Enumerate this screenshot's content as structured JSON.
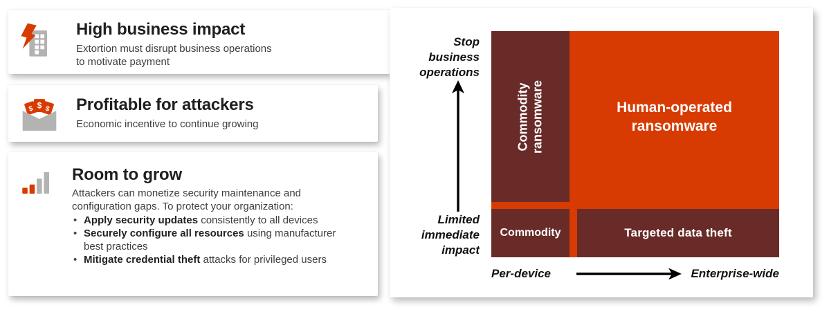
{
  "cards": {
    "card1": {
      "title": "High business impact",
      "line1": "Extortion must disrupt business operations",
      "line2": "to motivate payment",
      "icon": "lightning-building-icon"
    },
    "card2": {
      "title": "Profitable for attackers",
      "line1": "Economic incentive to continue growing",
      "icon": "money-tags-envelope-icon"
    },
    "card3": {
      "title": "Room to grow",
      "line1": "Attackers can monetize security maintenance and",
      "line2": "configuration gaps. To protect your organization:",
      "b1_bold": "Apply security updates",
      "b1_rest": " consistently to all devices",
      "b2_bold": "Securely configure all resources",
      "b2_rest": " using manufacturer",
      "b2_line2": "best practices",
      "b3_bold": "Mitigate credential theft",
      "b3_rest": " attacks for privileged users",
      "icon": "growth-bars-icon"
    }
  },
  "chart": {
    "type": "quadrant-matrix",
    "stop_label": "Stop\nbusiness\noperations",
    "limited_label": "Limited\nimmediate\nimpact",
    "x_left": "Per-device",
    "x_right": "Enterprise-wide",
    "quadrants": {
      "top_left": "Commodity\nransomware",
      "top_right": "Human-operated\nransomware",
      "bottom_left": "Commodity",
      "bottom_right": "Targeted data theft"
    }
  },
  "colors": {
    "orange": "#d83b01",
    "maroon": "#692b28",
    "icon_gray": "#b3b3b3"
  }
}
